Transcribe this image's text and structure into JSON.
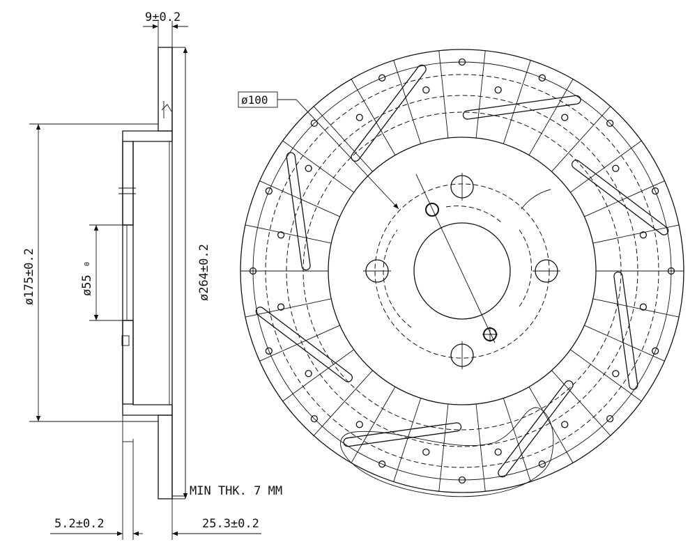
{
  "dimensions": {
    "hat_thickness": "9±0.2",
    "hat_diameter": "ø175±0.2",
    "bore_diameter": "ø55",
    "bore_tolerance": "0",
    "outer_diameter": "ø264±0.2",
    "min_thickness": "MIN THK. 7 MM",
    "offset_small": "5.2±0.2",
    "overall_height": "25.3±0.2",
    "pcd": "ø100"
  },
  "front_view": {
    "bolt_holes": 4,
    "radial_segments": 30,
    "slots": 8,
    "drill_holes_per_ring": 16
  }
}
